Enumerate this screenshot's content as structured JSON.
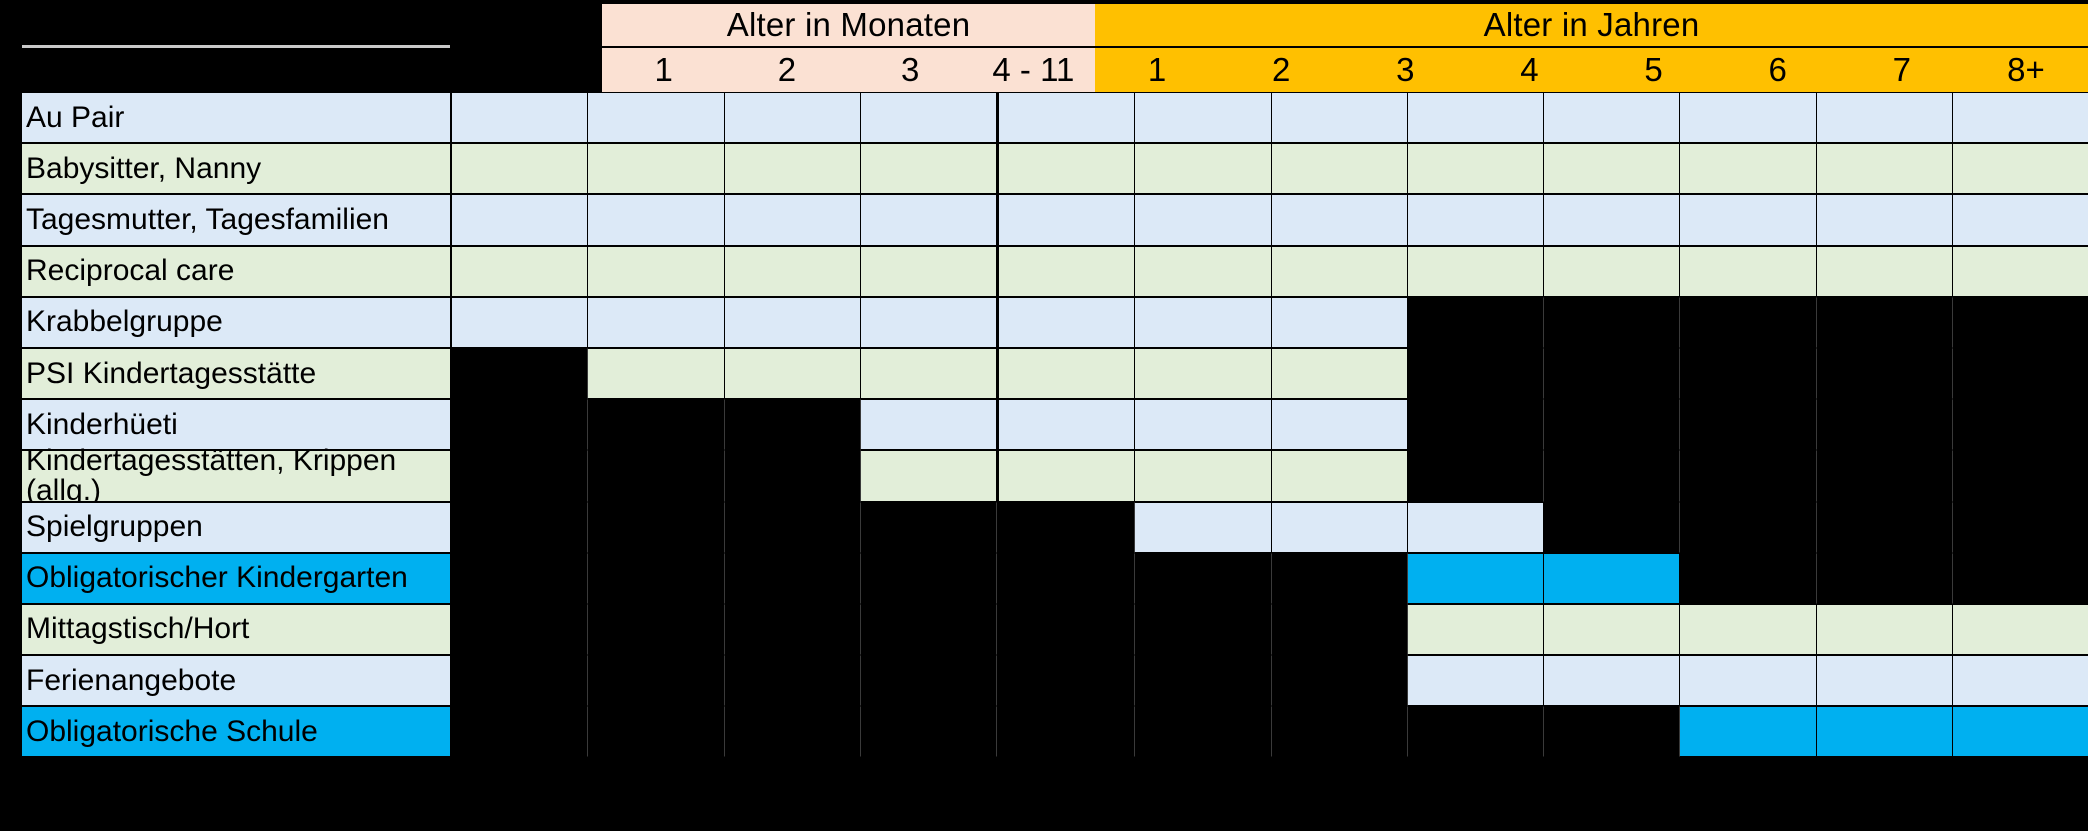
{
  "header": {
    "months_group": "Alter in Monaten",
    "years_group": "Alter in Jahren",
    "month_cols": [
      "1",
      "2",
      "3",
      "4 - 11"
    ],
    "year_cols": [
      "1",
      "2",
      "3",
      "4",
      "5",
      "6",
      "7",
      "8+"
    ]
  },
  "colors": {
    "months_header_bg": "#fbe1d3",
    "years_header_bg": "#ffc000",
    "row_blue": "#dce9f7",
    "row_green": "#e2eed9",
    "row_cyan": "#00b0f0",
    "background": "#000000"
  },
  "chart_data": {
    "type": "table",
    "title": "",
    "column_groups": [
      {
        "label": "Alter in Monaten",
        "columns": [
          "1",
          "2",
          "3",
          "4 - 11"
        ]
      },
      {
        "label": "Alter in Jahren",
        "columns": [
          "1",
          "2",
          "3",
          "4",
          "5",
          "6",
          "7",
          "8+"
        ]
      }
    ],
    "categories": [
      "1 Monat",
      "2 Monate",
      "3 Monate",
      "4 - 11 Monate",
      "1 Jahr",
      "2 Jahre",
      "3 Jahre",
      "4 Jahre",
      "5 Jahre",
      "6 Jahre",
      "7 Jahre",
      "8+ Jahre"
    ],
    "rows": [
      {
        "label": "Au Pair",
        "color": "blue",
        "coverage": [
          1,
          1,
          1,
          1,
          1,
          1,
          1,
          1,
          1,
          1,
          1,
          1
        ]
      },
      {
        "label": "Babysitter, Nanny",
        "color": "green",
        "coverage": [
          1,
          1,
          1,
          1,
          1,
          1,
          1,
          1,
          1,
          1,
          1,
          1
        ]
      },
      {
        "label": "Tagesmutter, Tagesfamilien",
        "color": "blue",
        "coverage": [
          1,
          1,
          1,
          1,
          1,
          1,
          1,
          1,
          1,
          1,
          1,
          1
        ]
      },
      {
        "label": "Reciprocal care",
        "color": "green",
        "coverage": [
          1,
          1,
          1,
          1,
          1,
          1,
          1,
          1,
          1,
          1,
          1,
          1
        ]
      },
      {
        "label": "Krabbelgruppe",
        "color": "blue",
        "coverage": [
          1,
          1,
          1,
          1,
          1,
          1,
          1,
          0,
          0,
          0,
          0,
          0
        ]
      },
      {
        "label": "PSI Kindertagesstätte",
        "color": "green",
        "coverage": [
          0,
          1,
          1,
          1,
          1,
          1,
          1,
          0,
          0,
          0,
          0,
          0
        ]
      },
      {
        "label": "Kinderhüeti",
        "color": "blue",
        "coverage": [
          0,
          0,
          0,
          1,
          1,
          1,
          1,
          0,
          0,
          0,
          0,
          0
        ]
      },
      {
        "label": "Kindertagesstätten, Krippen (allg.)",
        "color": "green",
        "coverage": [
          0,
          0,
          0,
          1,
          1,
          1,
          1,
          0,
          0,
          0,
          0,
          0
        ]
      },
      {
        "label": "Spielgruppen",
        "color": "blue",
        "coverage": [
          0,
          0,
          0,
          0,
          0,
          1,
          1,
          1,
          0,
          0,
          0,
          0
        ]
      },
      {
        "label": "Obligatorischer Kindergarten",
        "color": "cyan",
        "coverage": [
          0,
          0,
          0,
          0,
          0,
          0,
          0,
          1,
          1,
          0,
          0,
          0
        ]
      },
      {
        "label": "Mittagstisch/Hort",
        "color": "green",
        "coverage": [
          0,
          0,
          0,
          0,
          0,
          0,
          0,
          1,
          1,
          1,
          1,
          1
        ]
      },
      {
        "label": "Ferienangebote",
        "color": "blue",
        "coverage": [
          0,
          0,
          0,
          0,
          0,
          0,
          0,
          1,
          1,
          1,
          1,
          1
        ]
      },
      {
        "label": "Obligatorische Schule",
        "color": "cyan",
        "coverage": [
          0,
          0,
          0,
          0,
          0,
          0,
          0,
          0,
          0,
          1,
          1,
          1
        ]
      }
    ]
  }
}
